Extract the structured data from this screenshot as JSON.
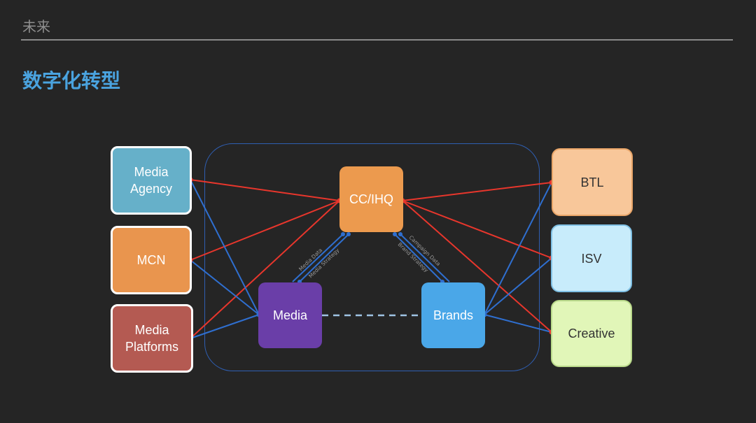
{
  "header": {
    "section": "未来",
    "title": "数字化转型"
  },
  "nodes": {
    "media_agency": {
      "label": "Media\nAgency",
      "color": "#66b0c9"
    },
    "mcn": {
      "label": "MCN",
      "color": "#e9954e"
    },
    "media_platforms": {
      "label": "Media\nPlatforms",
      "color": "#b45a52"
    },
    "cc_ihq": {
      "label": "CC/IHQ",
      "color": "#ec9a4e"
    },
    "media": {
      "label": "Media",
      "color": "#6a3ea8"
    },
    "brands": {
      "label": "Brands",
      "color": "#4aa7e8"
    },
    "btl": {
      "label": "BTL",
      "color": "#f8c79a"
    },
    "isv": {
      "label": "ISV",
      "color": "#c8ecfb"
    },
    "creative": {
      "label": "Creative",
      "color": "#e1f6b8"
    }
  },
  "edge_labels": {
    "media_data": "Media Data",
    "media_strategy": "Media Strategy",
    "campaign_data": "Campaign Data",
    "brand_strategy": "Brand Strategy"
  },
  "colors": {
    "red_link": "#e8362c",
    "blue_link": "#2f6fd0",
    "dash_link": "#9fc4e4",
    "frame": "#2f5fb3"
  }
}
